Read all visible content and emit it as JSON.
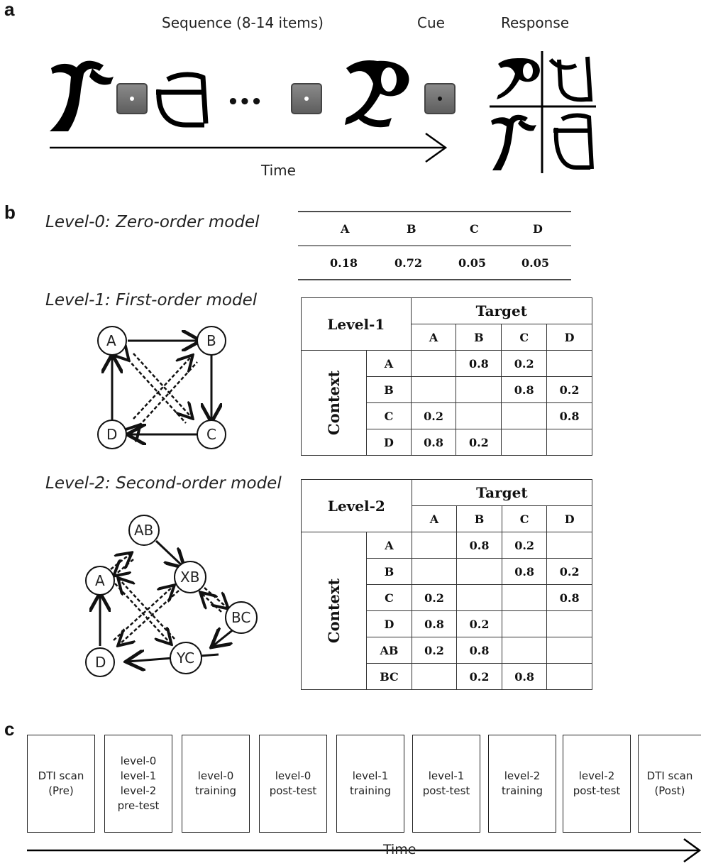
{
  "panel_a": {
    "letter": "a",
    "sequence_label": "Sequence (8-14 items)",
    "cue_label": "Cue",
    "response_label": "Response",
    "ellipsis": "•••",
    "time_label": "Time"
  },
  "panel_b": {
    "letter": "b",
    "level0_title": "Level-0: Zero-order model",
    "level1_title": "Level-1: First-order model",
    "level2_title": "Level-2: Second-order model",
    "level0_table": {
      "headers": [
        "A",
        "B",
        "C",
        "D"
      ],
      "values": [
        "0.18",
        "0.72",
        "0.05",
        "0.05"
      ]
    },
    "level1_table": {
      "corner": "Level-1",
      "target_label": "Target",
      "context_label": "Context",
      "cols": [
        "A",
        "B",
        "C",
        "D"
      ],
      "rows": [
        {
          "label": "A",
          "cells": [
            "",
            "0.8",
            "0.2",
            ""
          ]
        },
        {
          "label": "B",
          "cells": [
            "",
            "",
            "0.8",
            "0.2"
          ]
        },
        {
          "label": "C",
          "cells": [
            "0.2",
            "",
            "",
            "0.8"
          ]
        },
        {
          "label": "D",
          "cells": [
            "0.8",
            "0.2",
            "",
            ""
          ]
        }
      ]
    },
    "level2_table": {
      "corner": "Level-2",
      "target_label": "Target",
      "context_label": "Context",
      "cols": [
        "A",
        "B",
        "C",
        "D"
      ],
      "rows": [
        {
          "label": "A",
          "cells": [
            "",
            "0.8",
            "0.2",
            ""
          ]
        },
        {
          "label": "B",
          "cells": [
            "",
            "",
            "0.8",
            "0.2"
          ]
        },
        {
          "label": "C",
          "cells": [
            "0.2",
            "",
            "",
            "0.8"
          ]
        },
        {
          "label": "D",
          "cells": [
            "0.8",
            "0.2",
            "",
            ""
          ]
        },
        {
          "label": "AB",
          "cells": [
            "0.2",
            "0.8",
            "",
            ""
          ]
        },
        {
          "label": "BC",
          "cells": [
            "",
            "0.2",
            "0.8",
            ""
          ]
        }
      ]
    },
    "level1_graph_nodes": [
      "A",
      "B",
      "C",
      "D"
    ],
    "level2_graph_nodes": [
      "AB",
      "A",
      "XB",
      "BC",
      "D",
      "YC"
    ]
  },
  "panel_c": {
    "letter": "c",
    "steps": [
      [
        "DTI scan",
        "(Pre)"
      ],
      [
        "level-0",
        "level-1",
        "level-2",
        "pre-test"
      ],
      [
        "level-0",
        "training"
      ],
      [
        "level-0",
        "post-test"
      ],
      [
        "level-1",
        "training"
      ],
      [
        "level-1",
        "post-test"
      ],
      [
        "level-2",
        "training"
      ],
      [
        "level-2",
        "post-test"
      ],
      [
        "DTI scan",
        "(Post)"
      ]
    ],
    "time_label": "Time"
  }
}
